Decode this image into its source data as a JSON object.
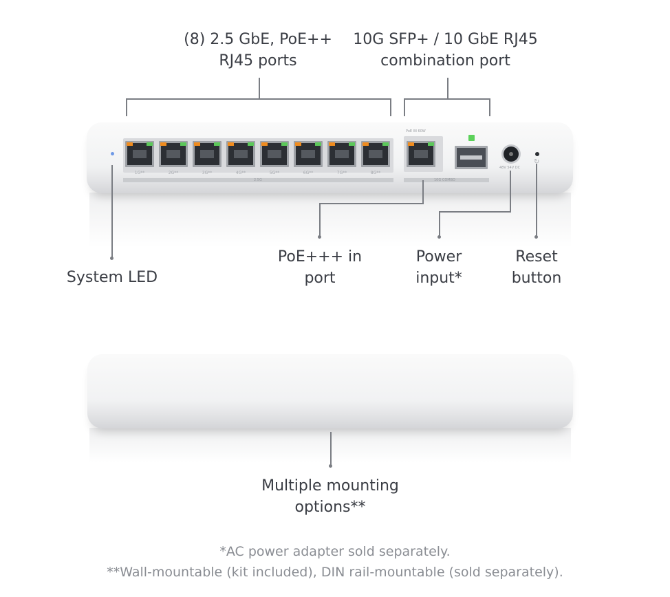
{
  "callouts": {
    "ports_2g5": {
      "line1": "(8) 2.5 GbE, PoE++",
      "line2": "RJ45 ports"
    },
    "combo_port": {
      "line1": "10G SFP+ / 10 GbE RJ45",
      "line2": "combination port"
    },
    "system_led": {
      "line1": "System LED"
    },
    "poe_in": {
      "line1": "PoE+++ in",
      "line2": "port"
    },
    "power_input": {
      "line1": "Power",
      "line2": "input*"
    },
    "reset_button": {
      "line1": "Reset",
      "line2": "button"
    },
    "mounting": {
      "line1": "Multiple mounting",
      "line2": "options**"
    }
  },
  "footnotes": {
    "note1": "*AC power adapter sold separately.",
    "note2": "**Wall-mountable (kit included), DIN rail-mountable (sold separately)."
  },
  "device": {
    "port_labels": [
      "1G**",
      "2G**",
      "3G**",
      "4G**",
      "5G**",
      "6G**",
      "7G**",
      "8G**"
    ],
    "rj45_group_label": "2.5G",
    "combo_top_label": "PoE IN 60W",
    "combo_bottom_label": "10G COMBO",
    "power_label": "48V 54V DC",
    "reset_glyph": "↻",
    "colors": {
      "led_amber": "#f08c1f",
      "led_green": "#5cc85a",
      "system_led": "#6e99e6",
      "sfp_led": "#5cd15a"
    }
  }
}
